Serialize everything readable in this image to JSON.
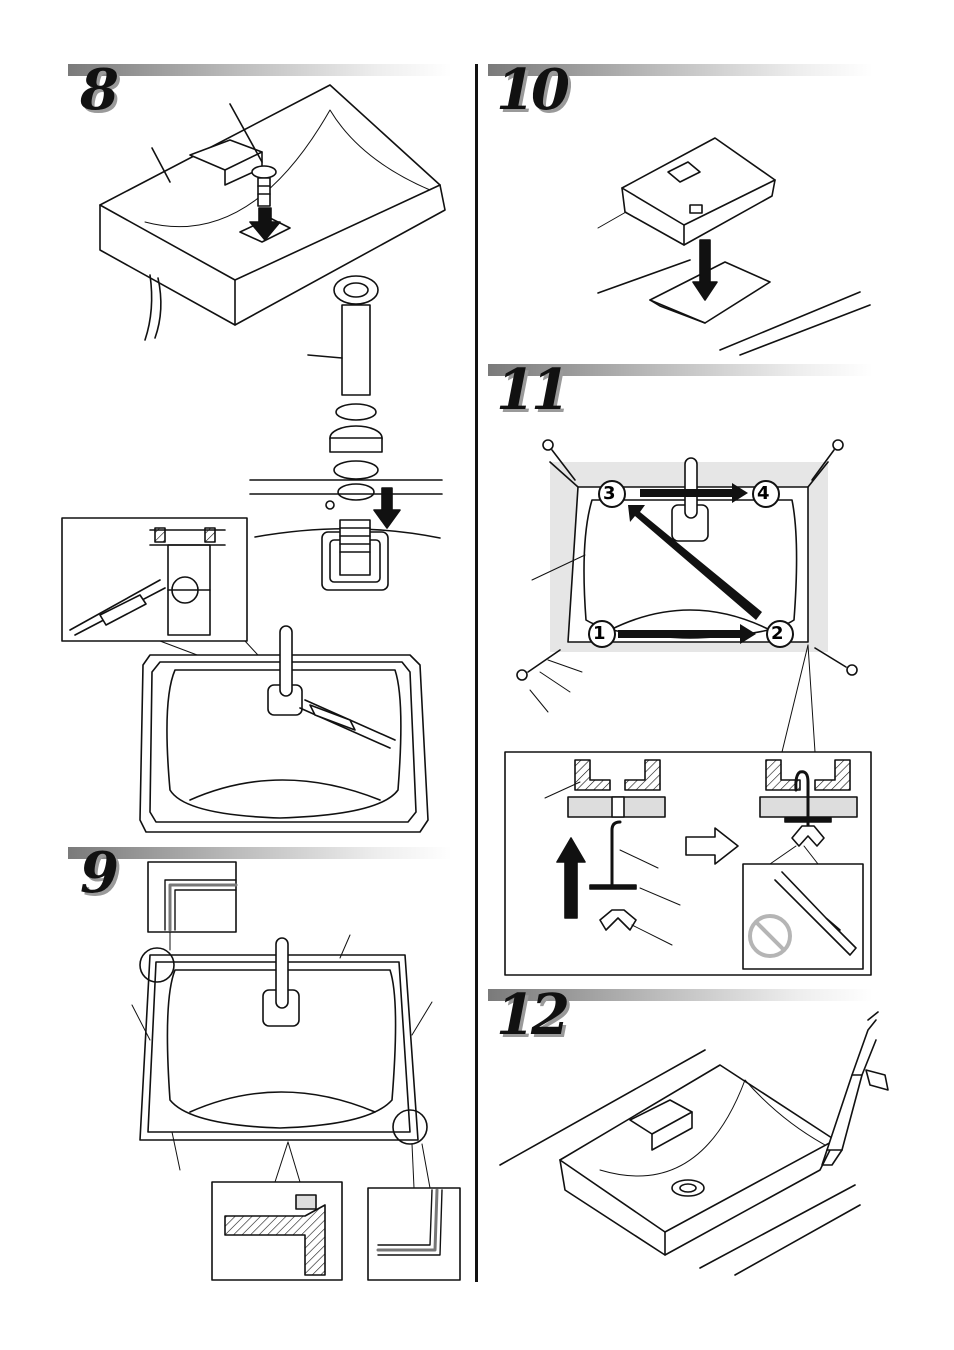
{
  "steps": [
    {
      "number": "8"
    },
    {
      "number": "9"
    },
    {
      "number": "10"
    },
    {
      "number": "11"
    },
    {
      "number": "12"
    }
  ],
  "step11_order": [
    "①",
    "②",
    "③",
    "④"
  ],
  "icons": {
    "prohibited": "prohibited-icon",
    "arrow_down": "arrow-down-icon",
    "arrow_up": "arrow-up-icon",
    "arrow_right": "arrow-right-icon",
    "open_arrow": "open-arrow-right-icon"
  },
  "colors": {
    "ink": "#111111",
    "shade": "#e6e6e6",
    "prohibit": "#b5b5b5"
  }
}
